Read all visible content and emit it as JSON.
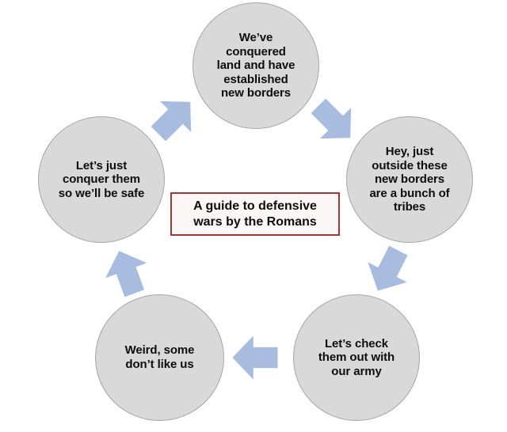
{
  "diagram": {
    "title": "A guide to defensive\nwars by the Romans",
    "center_box": {
      "label": "A guide to defensive\nwars by the Romans",
      "border_color": "#9c3a33",
      "fill_color": "#fbf7f7"
    },
    "node_fill_color": "#d9d9d9",
    "node_border_color": "#a6a6a6",
    "arrow_color": "#a8bce0",
    "text_color": "#0d0d0d",
    "background_color": "#ffffff",
    "direction": "clockwise",
    "nodes": [
      {
        "id": "top",
        "position": "top",
        "label": "We’ve\nconquered\nland and have\nestablished\nnew borders"
      },
      {
        "id": "right",
        "position": "right",
        "label": "Hey, just\noutside these\nnew borders\nare a bunch of\ntribes"
      },
      {
        "id": "bottom-right",
        "position": "bottom-right",
        "label": "Let’s check\nthem out with\nour army"
      },
      {
        "id": "bottom-left",
        "position": "bottom-left",
        "label": "Weird, some\ndon’t like us"
      },
      {
        "id": "left",
        "position": "left",
        "label": "Let’s just\nconquer them\nso we’ll be safe"
      }
    ],
    "arrows": [
      {
        "id": "arrow-left-to-top",
        "from": "left",
        "to": "top",
        "icon": "block-arrow-icon"
      },
      {
        "id": "arrow-top-to-right",
        "from": "top",
        "to": "right",
        "icon": "block-arrow-icon"
      },
      {
        "id": "arrow-right-to-bottom-right",
        "from": "right",
        "to": "bottom-right",
        "icon": "block-arrow-icon"
      },
      {
        "id": "arrow-bottom-right-to-bottom-left",
        "from": "bottom-right",
        "to": "bottom-left",
        "icon": "block-arrow-icon"
      },
      {
        "id": "arrow-bottom-left-to-left",
        "from": "bottom-left",
        "to": "left",
        "icon": "block-arrow-icon"
      }
    ]
  }
}
